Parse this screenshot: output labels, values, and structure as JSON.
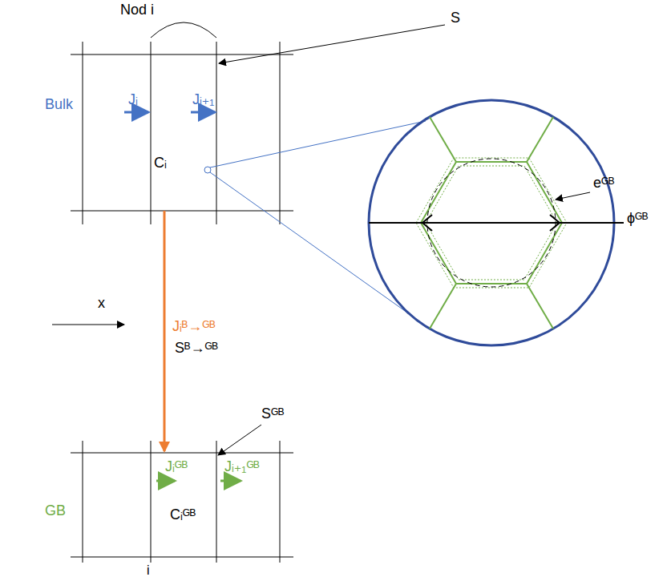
{
  "diagram": {
    "nodes": [
      {
        "text": [
          "Bulk"
        ]
      },
      {
        "text": [
          "GB"
        ]
      }
    ],
    "edges": [
      {
        "from": 0,
        "to": 1,
        "arrow": "to",
        "label": "Jᵢᴮ→ᴳᴮ"
      }
    ],
    "labels": [
      "Nod i",
      "S",
      "Jᵢ",
      "Jᵢ₊₁",
      "Cᵢ",
      "eᴳᴮ",
      "ϕᴳᴮ",
      "x",
      "Sᴮ→ᴳᴮ",
      "Sᴳᴮ",
      "Jᵢᴳᴮ",
      "Jᵢ₊₁ᴳᴮ",
      "Cᵢᴳᴮ",
      "i"
    ]
  }
}
